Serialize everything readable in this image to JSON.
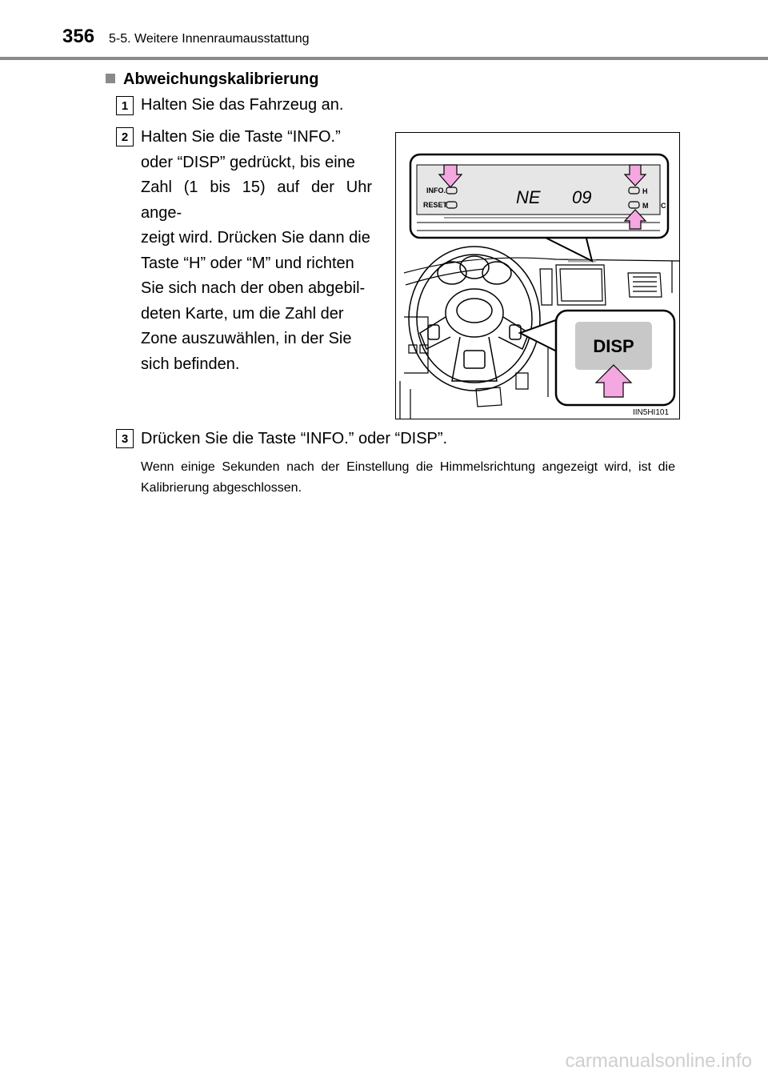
{
  "header": {
    "page_number": "356",
    "section": "5-5. Weitere Innenraumausstattung"
  },
  "section_title": "Abweichungskalibrierung",
  "steps": [
    {
      "number": "1",
      "text": "Halten Sie das Fahrzeug an."
    },
    {
      "number": "2",
      "lines": [
        "Halten Sie die Taste “INFO.”",
        "oder “DISP” gedrückt, bis eine",
        "Zahl (1 bis 15) auf der Uhr ange-",
        "zeigt wird. Drücken Sie dann die",
        "Taste “H” oder “M” und richten",
        "Sie sich nach der oben abgebil-",
        "deten Karte, um die Zahl der",
        "Zone auszuwählen, in der Sie",
        "sich befinden."
      ]
    },
    {
      "number": "3",
      "text": "Drücken Sie die Taste “INFO.” oder “DISP”."
    }
  ],
  "note": "Wenn einige Sekunden nach der Einstellung die Himmelsrichtung angezeigt wird, ist die Kalibrierung abgeschlossen.",
  "figure": {
    "display_labels": {
      "info": "INFO.",
      "reset": "RESET",
      "h": "H",
      "m": "M",
      "c": "C",
      "direction": "NE",
      "zone": "09"
    },
    "disp_button": "DISP",
    "figure_code": "IIN5HI101",
    "arrow_color": "#f4a7e0",
    "button_color": "#c8c8c8"
  },
  "watermark": "carmanualsonline.info"
}
